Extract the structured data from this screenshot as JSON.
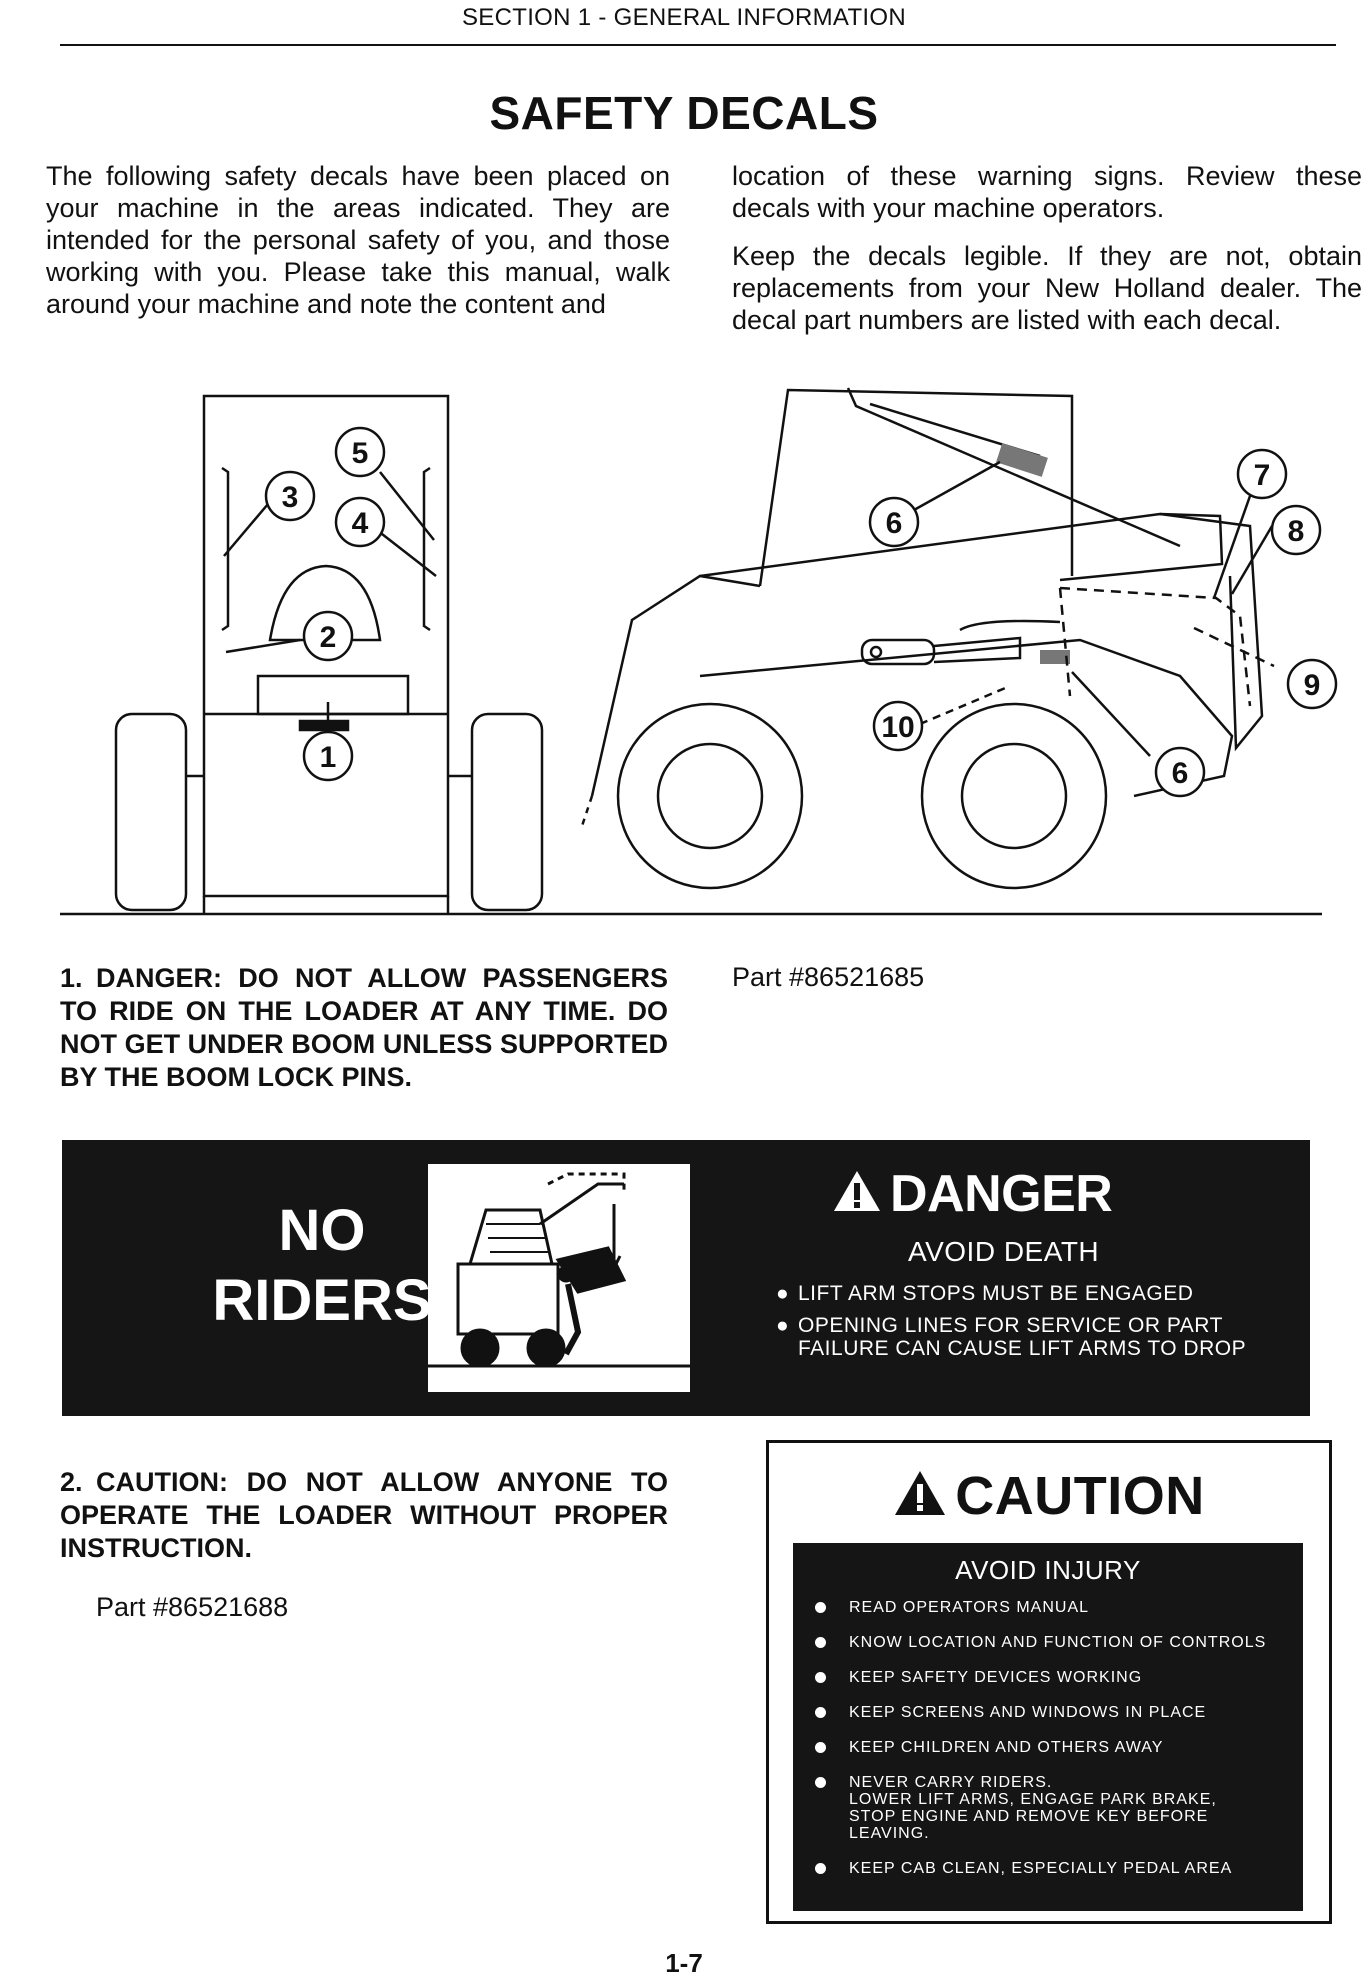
{
  "header": {
    "section": "SECTION 1 - GENERAL INFORMATION",
    "title": "SAFETY DECALS"
  },
  "intro": {
    "left": "The following safety decals have been placed on your machine in the areas indicated. They are intended for the personal safety of you, and those working with you. Please take this manual, walk around your machine and note the content and",
    "right_1": "location of these warning signs. Review these decals with your machine operators.",
    "right_2": "Keep the decals legible. If they are not, obtain replacements from your New Holland dealer. The decal part numbers are listed with each decal."
  },
  "diagram": {
    "front_view_callouts": [
      "1",
      "2",
      "3",
      "4",
      "5"
    ],
    "side_view_callouts": [
      "6",
      "7",
      "8",
      "9",
      "10",
      "6"
    ]
  },
  "items": [
    {
      "number": "1.",
      "text": "DANGER: DO NOT ALLOW PASSENGERS TO RIDE ON THE LOADER AT ANY TIME. DO NOT GET UNDER BOOM UNLESS SUPPORTED BY THE BOOM LOCK PINS.",
      "part": "Part #86521685"
    },
    {
      "number": "2.",
      "text": "CAUTION: DO NOT ALLOW ANYONE TO OPERATE THE LOADER WITHOUT PROPER INSTRUCTION.",
      "part": "Part #86521688"
    }
  ],
  "danger_decal": {
    "left_line_1": "NO",
    "left_line_2": "RIDERS",
    "heading": "DANGER",
    "subheading": "AVOID DEATH",
    "bullets": [
      "LIFT ARM STOPS MUST BE ENGAGED",
      "OPENING LINES FOR SERVICE OR PART\nFAILURE CAN CAUSE LIFT ARMS TO DROP"
    ],
    "colors": {
      "background": "#151515",
      "text": "#ffffff"
    }
  },
  "caution_decal": {
    "heading": "CAUTION",
    "subheading": "AVOID INJURY",
    "bullets": [
      "READ OPERATORS MANUAL",
      "KNOW LOCATION AND FUNCTION OF CONTROLS",
      "KEEP SAFETY DEVICES WORKING",
      "KEEP SCREENS AND WINDOWS IN PLACE",
      "KEEP CHILDREN AND OTHERS AWAY",
      "NEVER CARRY RIDERS.\nLOWER LIFT ARMS, ENGAGE PARK BRAKE,\nSTOP ENGINE AND REMOVE KEY BEFORE\nLEAVING.",
      "KEEP CAB CLEAN, ESPECIALLY PEDAL AREA"
    ]
  },
  "footer": {
    "page_number": "1-7"
  }
}
